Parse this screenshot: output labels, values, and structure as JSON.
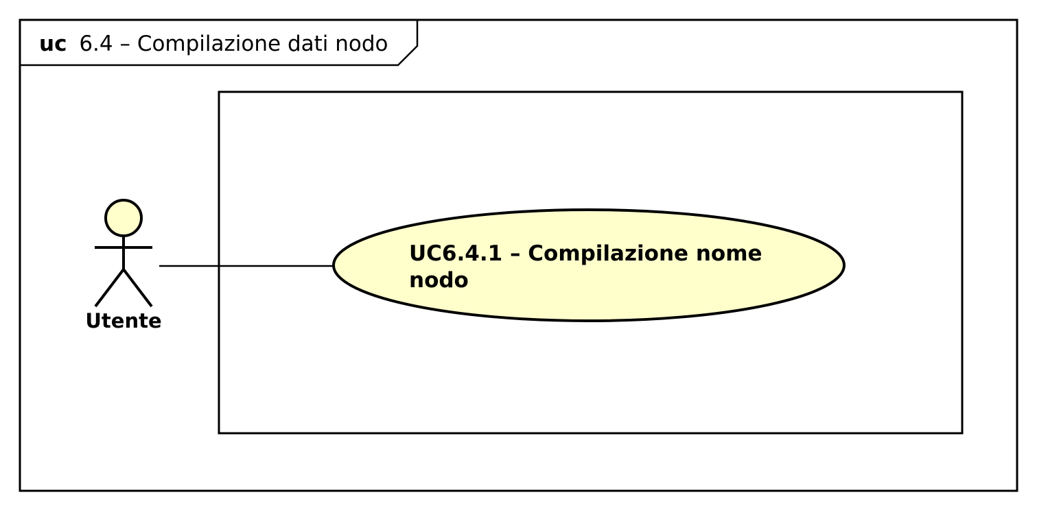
{
  "frame": {
    "keyword": "uc",
    "title": "6.4 – Compilazione dati nodo"
  },
  "actor": {
    "label": "Utente",
    "icon": "stick-figure-icon"
  },
  "use_case": {
    "label_line1": "UC6.4.1 – Compilazione nome",
    "label_line2": "nodo"
  },
  "colors": {
    "stroke": "#000000",
    "use_case_fill": "#ffffcc",
    "actor_head_fill": "#ffffcc",
    "background": "#ffffff"
  }
}
